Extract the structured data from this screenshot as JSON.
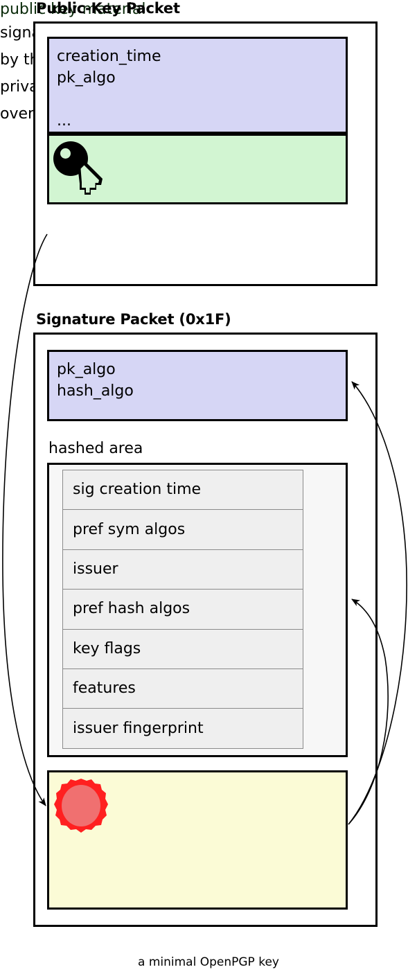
{
  "diagram": {
    "caption": "a minimal OpenPGP key",
    "colors": {
      "fields_fill": "#d6d6f5",
      "key_material_fill": "#d2f5d2",
      "hashed_area_fill": "#f7f7f7",
      "subpacket_fill": "#efefef",
      "signature_fill": "#fbfbd6",
      "seal_outer": "#ff2020",
      "seal_inner": "#f07070",
      "stroke": "#000000"
    }
  },
  "public_key_packet": {
    "title": "Public-Key Packet",
    "fields": "creation_time\npk_algo\n\n...",
    "key_material_label": "public key material",
    "key_icon": "key-icon"
  },
  "signature_packet": {
    "title": "Signature Packet (0x1F)",
    "fields": "pk_algo\nhash_algo",
    "hashed_area_label": "hashed area",
    "subpackets": [
      "sig creation time",
      "pref sym algos",
      "issuer",
      "pref hash algos",
      "key flags",
      "features",
      "issuer fingerprint"
    ],
    "signature_label": "signature\nby the\nprivate key material\nover this packet",
    "seal_icon": "wax-seal-icon"
  },
  "arrows": [
    {
      "name": "public-key-to-signature",
      "from": "public-key-packet",
      "to": "signature-block"
    },
    {
      "name": "signature-to-sig-fields",
      "from": "signature-block",
      "to": "signature-fields"
    },
    {
      "name": "signature-to-hashed-area",
      "from": "signature-block",
      "to": "hashed-area"
    }
  ]
}
